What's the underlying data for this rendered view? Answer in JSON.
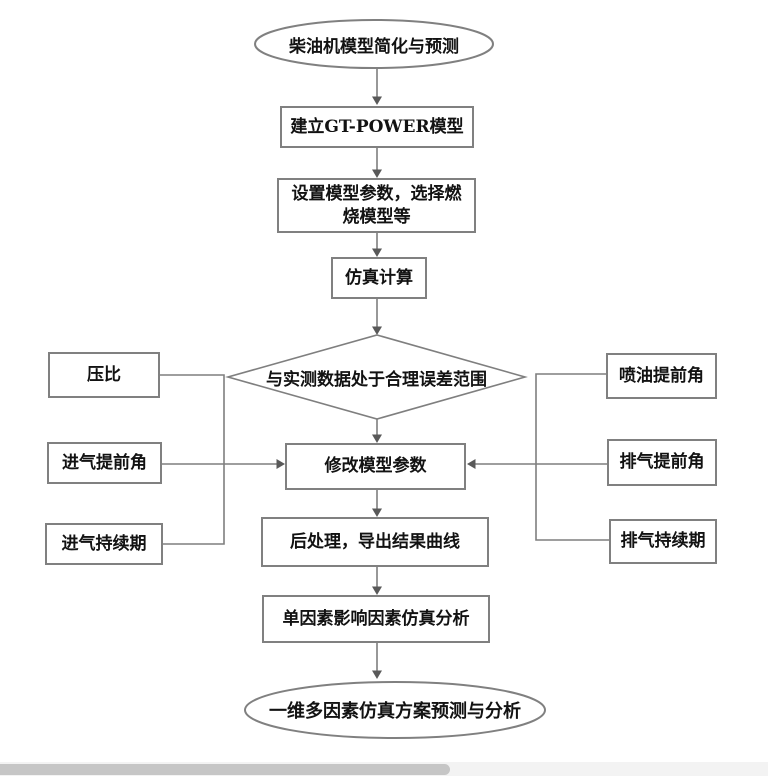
{
  "flowchart": {
    "nodes": {
      "start": "柴油机模型简化与预测",
      "build_model": "建立GT-POWER模型",
      "set_params": "设置模型参数，选择燃烧模型等",
      "simulate": "仿真计算",
      "decision": "与实测数据处于合理误差范围",
      "modify_params": "修改模型参数",
      "post_process": "后处理，导出结果曲线",
      "single_factor_analysis": "单因素影响因素仿真分析",
      "end": "一维多因素仿真方案预测与分析"
    },
    "left_params": [
      "压比",
      "进气提前角",
      "进气持续期"
    ],
    "right_params": [
      "喷油提前角",
      "排气提前角",
      "排气持续期"
    ]
  },
  "colors": {
    "line": "#7f7f7f",
    "arrowhead": "#595959",
    "box_border": "#808080",
    "text": "#121212",
    "background": "#ffffff",
    "scrollbar_track": "#f3f3f3",
    "scrollbar_thumb": "#c6c6c6"
  }
}
